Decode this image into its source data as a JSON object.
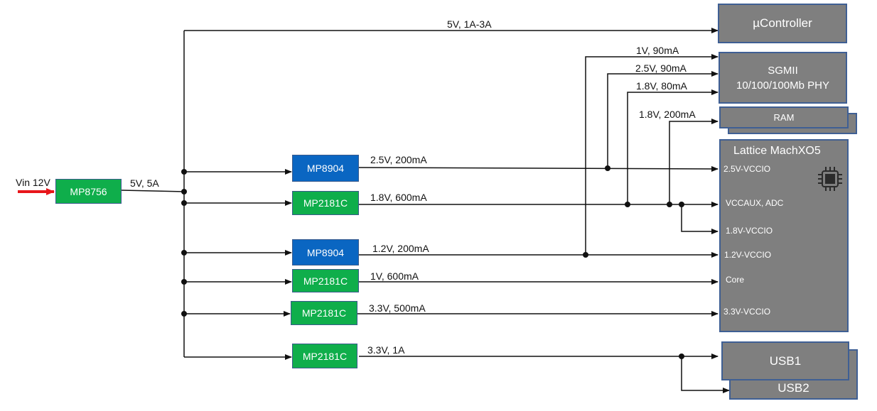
{
  "input": {
    "label": "Vin 12V",
    "arrow_color": "#e8161b"
  },
  "regulators": {
    "main": "MP8756",
    "r1": "MP8904",
    "r2": "MP2181C",
    "r3": "MP8904",
    "r4": "MP2181C",
    "r5": "MP2181C",
    "r6": "MP2181C"
  },
  "rails": {
    "main_out": "5V, 5A",
    "uc": "5V, 1A-3A",
    "r1": "2.5V, 200mA",
    "r2": "1.8V, 600mA",
    "r3": "1.2V, 200mA",
    "r4": "1V, 600mA",
    "r5": "3.3V, 500mA",
    "r6": "3.3V, 1A",
    "sgmii_1v": "1V, 90mA",
    "sgmii_25v": "2.5V, 90mA",
    "sgmii_18v": "1.8V, 80mA",
    "ram": "1.8V, 200mA"
  },
  "loads": {
    "ucontroller": "µController",
    "sgmii_line1": "SGMII",
    "sgmii_line2": "10/100/100Mb PHY",
    "ram": "RAM",
    "fpga_title": "Lattice MachXO5",
    "usb1": "USB1",
    "usb2": "USB2"
  },
  "fpga_pins": {
    "p1": "2.5V-VCCIO",
    "p2": "VCCAUX, ADC",
    "p3": "1.8V-VCCIO",
    "p4": "1.2V-VCCIO",
    "p5": "Core",
    "p6": "3.3V-VCCIO"
  },
  "colors": {
    "green": "#0fae4b",
    "blue": "#0a66c2",
    "gray": "#7f7f7f",
    "border": "#3f5f94"
  },
  "icons": {
    "chip": "chip-icon"
  }
}
